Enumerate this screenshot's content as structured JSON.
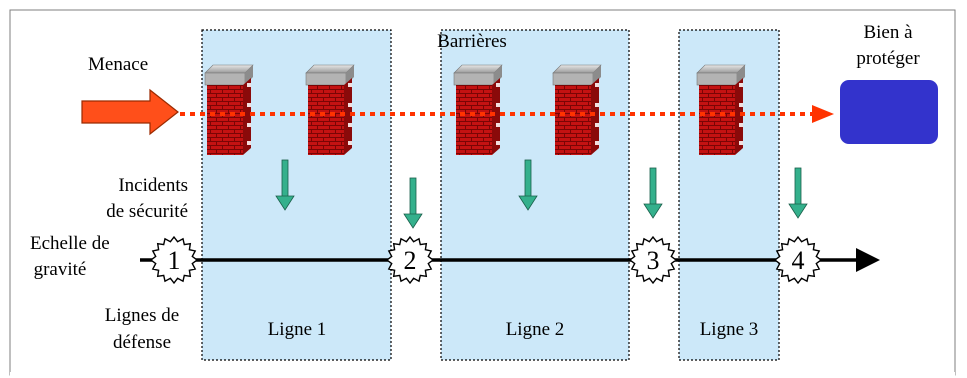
{
  "labels": {
    "threat": "Menace",
    "barriers": "Barrières",
    "asset": [
      "Bien à",
      "protéger"
    ],
    "incidents": [
      "Incidents",
      "de sécurité"
    ],
    "severity_scale": [
      "Echelle de",
      "gravité"
    ],
    "defense_lines": [
      "Lignes de",
      "défense"
    ]
  },
  "lines": [
    {
      "label": "Ligne 1"
    },
    {
      "label": "Ligne 2"
    },
    {
      "label": "Ligne 3"
    }
  ],
  "severity_points": [
    "1",
    "2",
    "3",
    "4"
  ],
  "colors": {
    "zone_fill": "#cce8f9",
    "threat_arrow": "#ff4f1a",
    "threat_arrow_stroke": "#9a2a00",
    "dotted_path": "#ff3300",
    "asset": "#3333cc",
    "incident_arrow": "#34b08c",
    "brick": "#cc1111",
    "brick_cap": "#c0c0c0"
  }
}
